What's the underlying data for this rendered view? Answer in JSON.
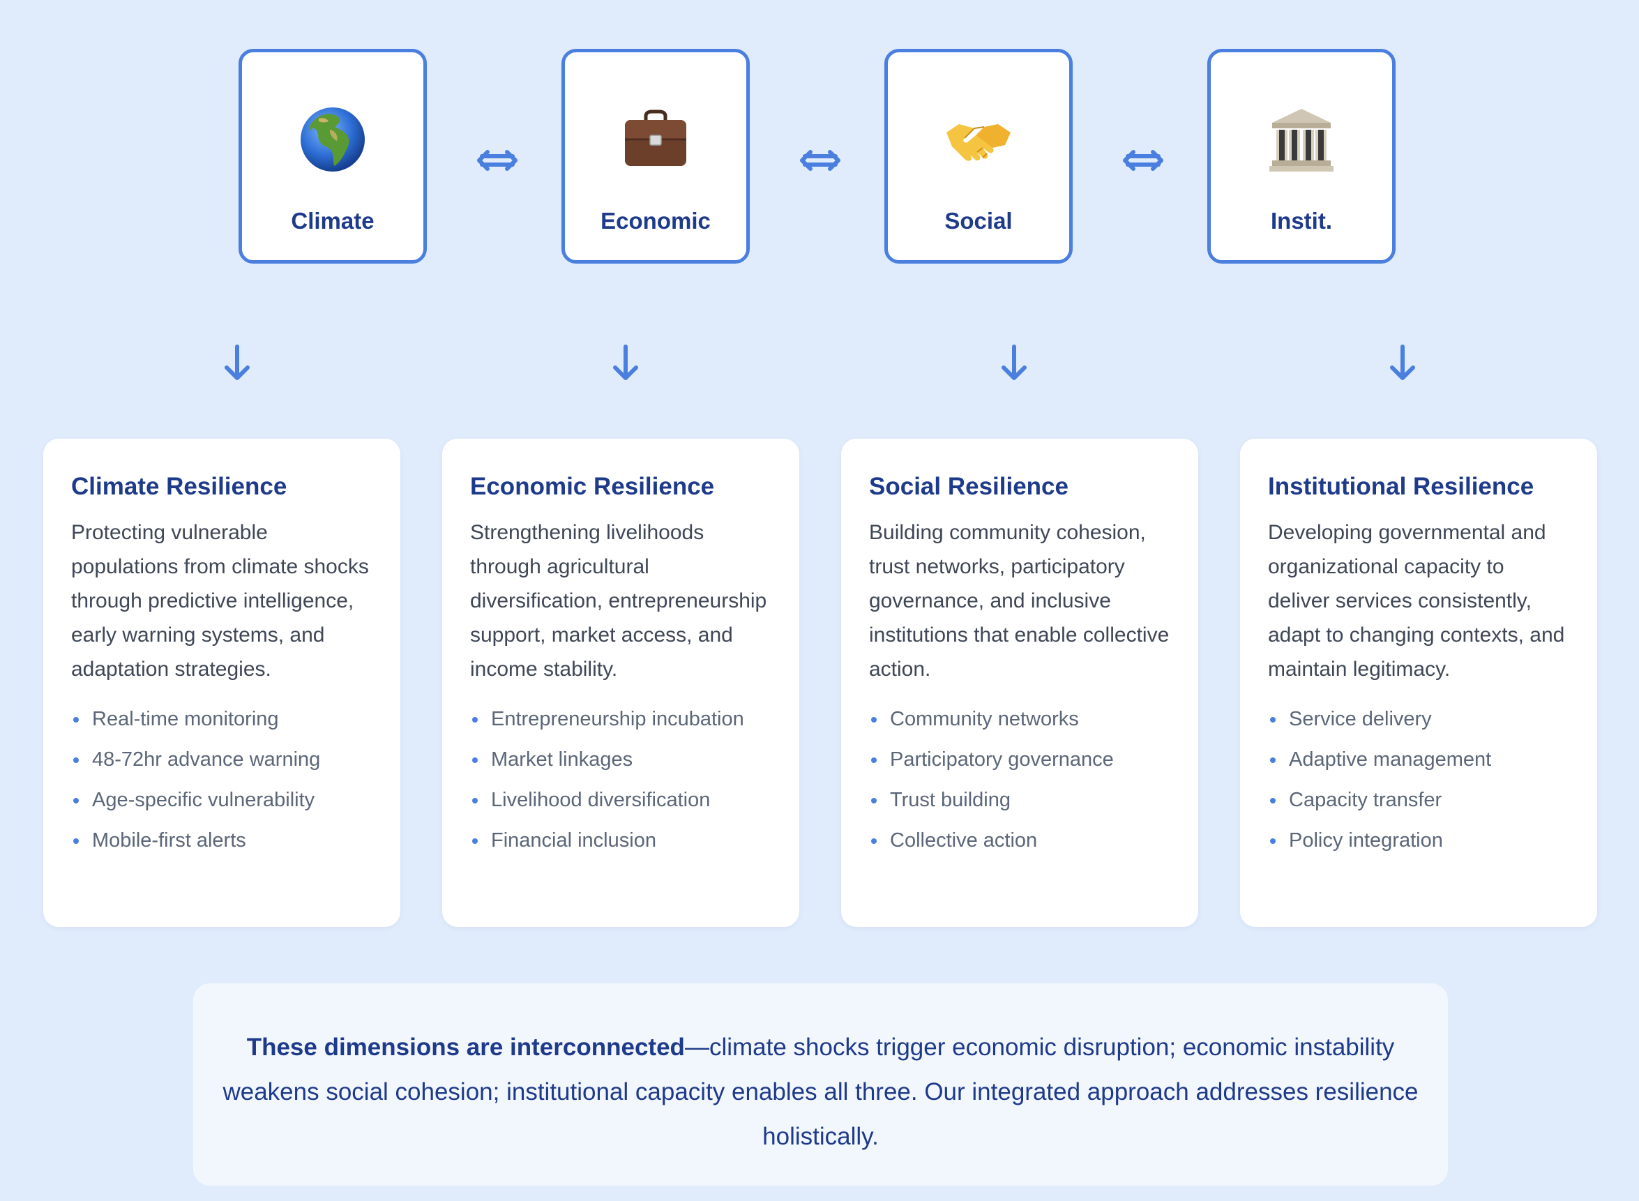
{
  "nodes": [
    {
      "label": "Climate",
      "icon": "globe-africa-europe-icon"
    },
    {
      "label": "Economic",
      "icon": "briefcase-icon"
    },
    {
      "label": "Social",
      "icon": "handshake-icon"
    },
    {
      "label": "Instit.",
      "icon": "classical-building-icon"
    }
  ],
  "connector_symbol": "⇔",
  "cards": [
    {
      "title": "Climate Resilience",
      "description": "Protecting vulnerable populations from climate shocks through predictive intelligence, early warning systems, and adaptation strategies.",
      "items": [
        "Real-time monitoring",
        "48-72hr advance warning",
        "Age-specific vulnerability",
        "Mobile-first alerts"
      ]
    },
    {
      "title": "Economic Resilience",
      "description": "Strengthening livelihoods through agricultural diversification, entrepreneurship support, market access, and income stability.",
      "items": [
        "Entrepreneurship incubation",
        "Market linkages",
        "Livelihood diversification",
        "Financial inclusion"
      ]
    },
    {
      "title": "Social Resilience",
      "description": "Building community cohesion, trust networks, participatory governance, and inclusive institutions that enable collective action.",
      "items": [
        "Community networks",
        "Participatory governance",
        "Trust building",
        "Collective action"
      ]
    },
    {
      "title": "Institutional Resilience",
      "description": "Developing governmental and organizational capacity to deliver services consistently, adapt to changing contexts, and maintain legitimacy.",
      "items": [
        "Service delivery",
        "Adaptive management",
        "Capacity transfer",
        "Policy integration"
      ]
    }
  ],
  "summary": {
    "lead": "These dimensions are interconnected",
    "rest": "—climate shocks trigger economic disruption; economic instability weakens social cohesion; institutional capacity enables all three. Our integrated approach addresses resilience holistically."
  },
  "colors": {
    "background": "#e0ecfb",
    "accent": "#4a7fe0",
    "heading": "#1e3a8a",
    "body_text": "#3f4756",
    "list_text": "#5b6678"
  }
}
